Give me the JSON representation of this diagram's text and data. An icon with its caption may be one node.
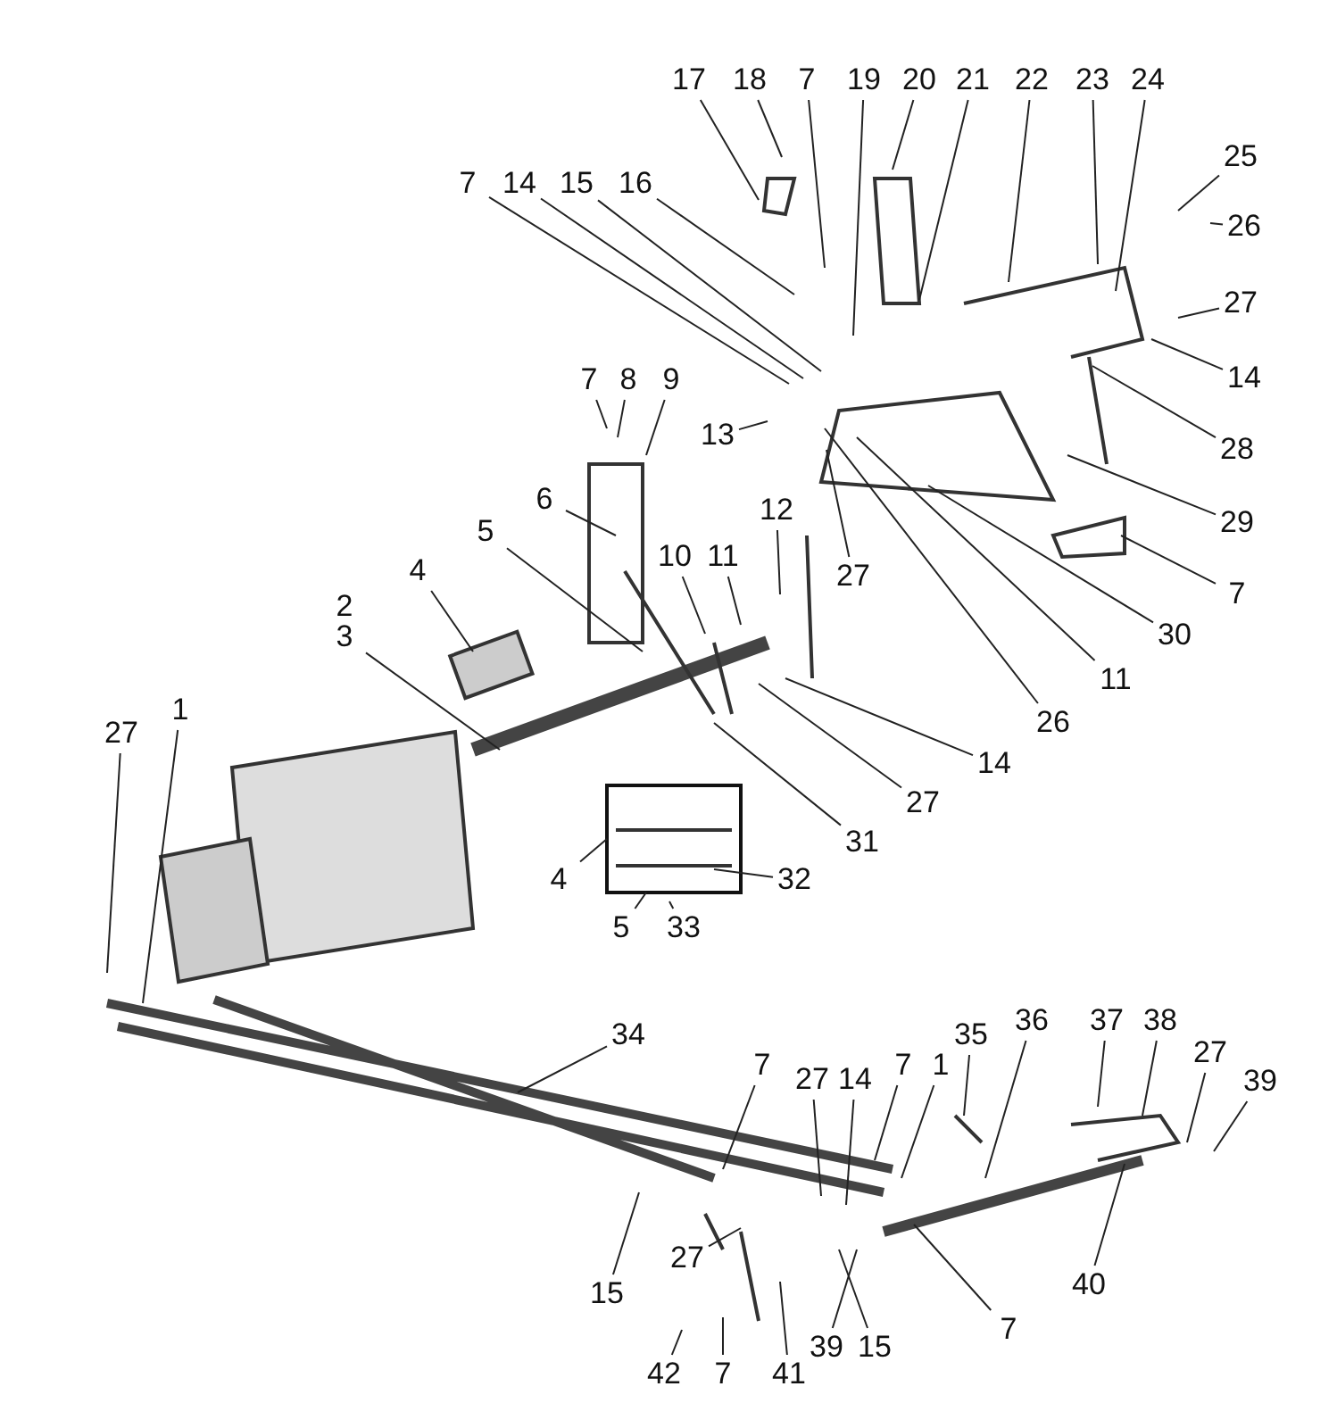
{
  "diagram": {
    "nodes": [
      {
        "text": [
          "17"
        ]
      },
      {
        "text": [
          "18"
        ]
      },
      {
        "text": [
          "7"
        ]
      },
      {
        "text": [
          "19"
        ]
      },
      {
        "text": [
          "20"
        ]
      },
      {
        "text": [
          "21"
        ]
      },
      {
        "text": [
          "22"
        ]
      },
      {
        "text": [
          "23"
        ]
      },
      {
        "text": [
          "24"
        ]
      },
      {
        "text": [
          "25"
        ]
      },
      {
        "text": [
          "26"
        ]
      },
      {
        "text": [
          "7"
        ]
      },
      {
        "text": [
          "14"
        ]
      },
      {
        "text": [
          "15"
        ]
      },
      {
        "text": [
          "16"
        ]
      },
      {
        "text": [
          "27"
        ]
      },
      {
        "text": [
          "14"
        ]
      },
      {
        "text": [
          "7"
        ]
      },
      {
        "text": [
          "8"
        ]
      },
      {
        "text": [
          "9"
        ]
      },
      {
        "text": [
          "13"
        ]
      },
      {
        "text": [
          "28"
        ]
      },
      {
        "text": [
          "29"
        ]
      },
      {
        "text": [
          "6"
        ]
      },
      {
        "text": [
          "7"
        ]
      },
      {
        "text": [
          "12"
        ]
      },
      {
        "text": [
          "27"
        ]
      },
      {
        "text": [
          "11"
        ]
      },
      {
        "text": [
          "10"
        ]
      },
      {
        "text": [
          "5"
        ]
      },
      {
        "text": [
          "30"
        ]
      },
      {
        "text": [
          "4"
        ]
      },
      {
        "text": [
          "3"
        ]
      },
      {
        "text": [
          "11"
        ]
      },
      {
        "text": [
          "26"
        ]
      },
      {
        "text": [
          "27"
        ]
      },
      {
        "text": [
          "1"
        ]
      },
      {
        "text": [
          "14"
        ]
      },
      {
        "text": [
          "27"
        ]
      },
      {
        "text": [
          "31"
        ]
      },
      {
        "text": [
          "4"
        ]
      },
      {
        "text": [
          "32"
        ]
      },
      {
        "text": [
          "5"
        ]
      },
      {
        "text": [
          "33"
        ]
      },
      {
        "text": [
          "34"
        ]
      },
      {
        "text": [
          "36"
        ]
      },
      {
        "text": [
          "37"
        ]
      },
      {
        "text": [
          "38"
        ]
      },
      {
        "text": [
          "35"
        ]
      },
      {
        "text": [
          "7"
        ]
      },
      {
        "text": [
          "27"
        ]
      },
      {
        "text": [
          "14"
        ]
      },
      {
        "text": [
          "7"
        ]
      },
      {
        "text": [
          "1"
        ]
      },
      {
        "text": [
          "27"
        ]
      },
      {
        "text": [
          "39"
        ]
      },
      {
        "text": [
          "40"
        ]
      },
      {
        "text": [
          "15"
        ]
      },
      {
        "text": [
          "27"
        ]
      },
      {
        "text": [
          "7"
        ]
      },
      {
        "text": [
          "42"
        ]
      },
      {
        "text": [
          "7"
        ]
      },
      {
        "text": [
          "41"
        ]
      },
      {
        "text": [
          "39"
        ]
      },
      {
        "text": [
          "15"
        ]
      }
    ],
    "edges": [
      {
        "from": 0,
        "to": null,
        "arrow": "none"
      },
      {
        "from": 1,
        "to": null,
        "arrow": "none"
      },
      {
        "from": 2,
        "to": null,
        "arrow": "none"
      },
      {
        "from": 3,
        "to": null,
        "arrow": "none"
      },
      {
        "from": 4,
        "to": null,
        "arrow": "none"
      },
      {
        "from": 5,
        "to": null,
        "arrow": "none"
      },
      {
        "from": 6,
        "to": null,
        "arrow": "none"
      },
      {
        "from": 7,
        "to": null,
        "arrow": "none"
      },
      {
        "from": 8,
        "to": null,
        "arrow": "none"
      },
      {
        "from": 9,
        "to": null,
        "arrow": "none"
      },
      {
        "from": 10,
        "to": null,
        "arrow": "none"
      },
      {
        "from": 11,
        "to": null,
        "arrow": "none"
      },
      {
        "from": 12,
        "to": null,
        "arrow": "none"
      },
      {
        "from": 13,
        "to": null,
        "arrow": "none"
      },
      {
        "from": 14,
        "to": null,
        "arrow": "none"
      },
      {
        "from": 15,
        "to": null,
        "arrow": "none"
      },
      {
        "from": 16,
        "to": null,
        "arrow": "none"
      },
      {
        "from": 17,
        "to": null,
        "arrow": "none"
      },
      {
        "from": 18,
        "to": null,
        "arrow": "none"
      },
      {
        "from": 19,
        "to": null,
        "arrow": "none"
      },
      {
        "from": 20,
        "to": null,
        "arrow": "none"
      },
      {
        "from": 21,
        "to": null,
        "arrow": "none"
      },
      {
        "from": 22,
        "to": null,
        "arrow": "none"
      },
      {
        "from": 23,
        "to": null,
        "arrow": "none"
      },
      {
        "from": 24,
        "to": null,
        "arrow": "none"
      },
      {
        "from": 25,
        "to": null,
        "arrow": "none"
      },
      {
        "from": 26,
        "to": null,
        "arrow": "none"
      },
      {
        "from": 27,
        "to": null,
        "arrow": "none"
      },
      {
        "from": 28,
        "to": null,
        "arrow": "none"
      },
      {
        "from": 29,
        "to": null,
        "arrow": "none"
      },
      {
        "from": 30,
        "to": null,
        "arrow": "none"
      },
      {
        "from": 31,
        "to": null,
        "arrow": "none"
      },
      {
        "from": 32,
        "to": null,
        "arrow": "none"
      },
      {
        "from": 33,
        "to": null,
        "arrow": "none"
      },
      {
        "from": 34,
        "to": null,
        "arrow": "none"
      },
      {
        "from": 35,
        "to": null,
        "arrow": "none"
      },
      {
        "from": 36,
        "to": null,
        "arrow": "none"
      },
      {
        "from": 37,
        "to": null,
        "arrow": "none"
      },
      {
        "from": 38,
        "to": null,
        "arrow": "none"
      },
      {
        "from": 39,
        "to": null,
        "arrow": "none"
      },
      {
        "from": 40,
        "to": null,
        "arrow": "none"
      },
      {
        "from": 41,
        "to": null,
        "arrow": "none"
      },
      {
        "from": 42,
        "to": null,
        "arrow": "none"
      },
      {
        "from": 43,
        "to": null,
        "arrow": "none"
      },
      {
        "from": 44,
        "to": null,
        "arrow": "none"
      },
      {
        "from": 45,
        "to": null,
        "arrow": "none"
      },
      {
        "from": 46,
        "to": null,
        "arrow": "none"
      },
      {
        "from": 47,
        "to": null,
        "arrow": "none"
      },
      {
        "from": 48,
        "to": null,
        "arrow": "none"
      },
      {
        "from": 49,
        "to": null,
        "arrow": "none"
      },
      {
        "from": 50,
        "to": null,
        "arrow": "none"
      },
      {
        "from": 51,
        "to": null,
        "arrow": "none"
      },
      {
        "from": 52,
        "to": null,
        "arrow": "none"
      },
      {
        "from": 53,
        "to": null,
        "arrow": "none"
      },
      {
        "from": 54,
        "to": null,
        "arrow": "none"
      },
      {
        "from": 55,
        "to": null,
        "arrow": "none"
      },
      {
        "from": 56,
        "to": null,
        "arrow": "none"
      },
      {
        "from": 57,
        "to": null,
        "arrow": "none"
      },
      {
        "from": 58,
        "to": null,
        "arrow": "none"
      },
      {
        "from": 59,
        "to": null,
        "arrow": "none"
      },
      {
        "from": 60,
        "to": null,
        "arrow": "none"
      },
      {
        "from": 61,
        "to": null,
        "arrow": "none"
      },
      {
        "from": 62,
        "to": null,
        "arrow": "none"
      },
      {
        "from": 63,
        "to": null,
        "arrow": "none"
      },
      {
        "from": 64,
        "to": null,
        "arrow": "none"
      }
    ],
    "labels": [
      "2"
    ]
  }
}
